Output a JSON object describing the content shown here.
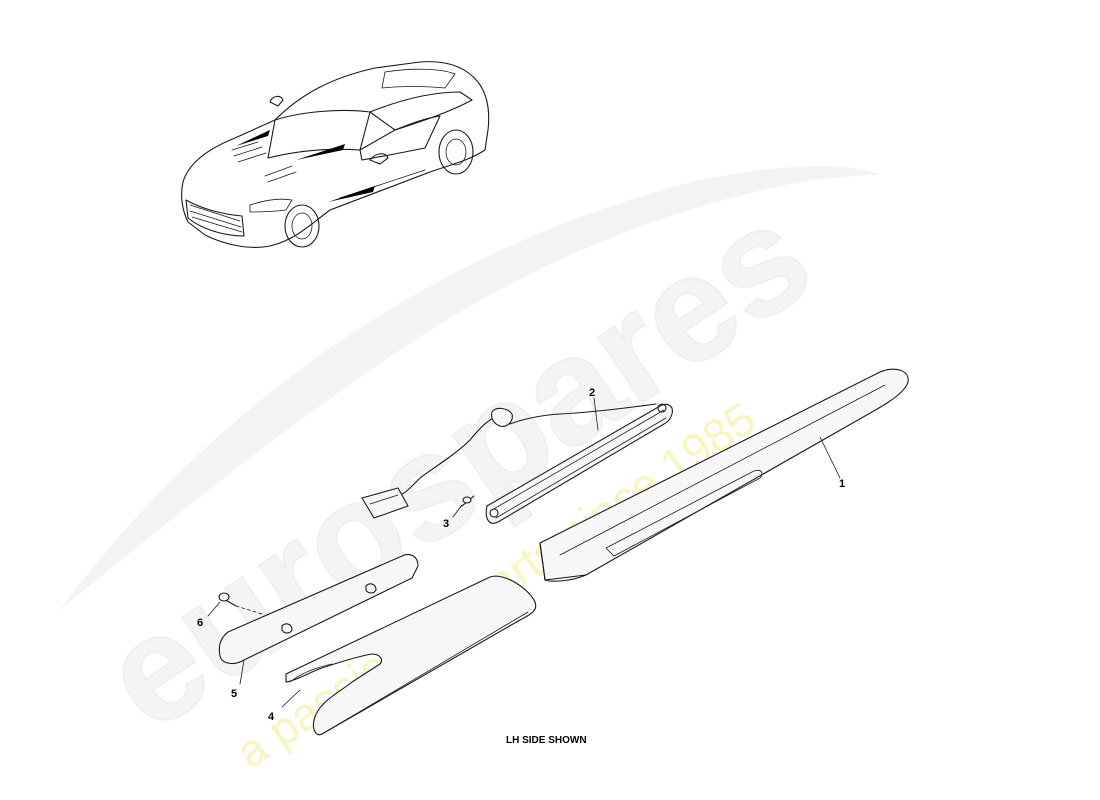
{
  "diagram": {
    "caption": "LH SIDE SHOWN",
    "callouts": [
      {
        "id": "1",
        "label": "1"
      },
      {
        "id": "2",
        "label": "2"
      },
      {
        "id": "3",
        "label": "3"
      },
      {
        "id": "4",
        "label": "4"
      },
      {
        "id": "5",
        "label": "5"
      },
      {
        "id": "6",
        "label": "6"
      }
    ]
  },
  "watermark": {
    "brand": "eurospares",
    "tagline": "a passion for parts since 1985",
    "brand_color": "#e6e6e6",
    "tagline_color": "#f3f08a"
  }
}
